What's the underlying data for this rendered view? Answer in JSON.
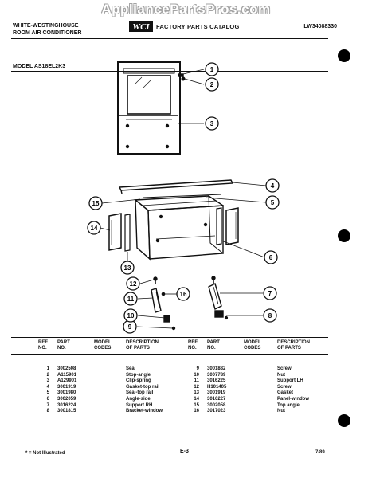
{
  "watermark": "AppliancePartsPros.com",
  "header": {
    "brand_line1": "WHITE-WESTINGHOUSE",
    "brand_line2": "ROOM AIR CONDITIONER",
    "logo_text": "WCI",
    "catalog_title": "FACTORY PARTS CATALOG",
    "catalog_number": "LW34088330"
  },
  "model_label": "MODEL AS18EL2K3",
  "callouts": [
    "1",
    "2",
    "3",
    "4",
    "5",
    "6",
    "7",
    "8",
    "9",
    "10",
    "11",
    "12",
    "13",
    "14",
    "15",
    "16"
  ],
  "table": {
    "headers": {
      "ref": [
        "REF.",
        "NO."
      ],
      "part": [
        "PART",
        "NO."
      ],
      "model": [
        "MODEL",
        "CODES"
      ],
      "desc": [
        "DESCRIPTION",
        "OF PARTS"
      ]
    },
    "left_refs": [
      "1",
      "2",
      "3",
      "4",
      "5",
      "6",
      "7",
      "8"
    ],
    "left_parts": [
      "3002508",
      "A115901",
      "A129901",
      "3001919",
      "3001980",
      "3002059",
      "3016224",
      "3001815"
    ],
    "left_descs": [
      "Seal",
      "Stop-angle",
      "Clip-spring",
      "Gasket-top rail",
      "Seal-top rail",
      "Angle-side",
      "Support RH",
      "Bracket-window"
    ],
    "right_refs": [
      "9",
      "10",
      "11",
      "12",
      "13",
      "14",
      "15",
      "16"
    ],
    "right_parts": [
      "3001882",
      "3007789",
      "3016225",
      "H101405",
      "3001919",
      "3016227",
      "3002058",
      "3017023"
    ],
    "right_descs": [
      "Screw",
      "Nut",
      "Support LH",
      "Screw",
      "Gasket",
      "Panel-window",
      "Top angle",
      "Nut"
    ]
  },
  "footer": {
    "note": "* = Not Illustrated",
    "page": "E-3",
    "date": "7/89"
  }
}
